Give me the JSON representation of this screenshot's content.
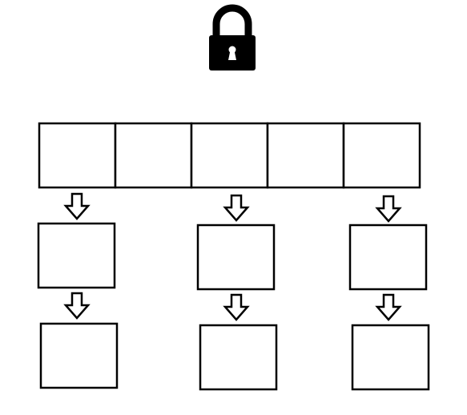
{
  "diagram": {
    "lock": {
      "icon": "padlock-icon",
      "state": "locked",
      "color": "#000000"
    },
    "top_row": {
      "cell_count": 5,
      "cells": [
        "",
        "",
        "",
        "",
        ""
      ]
    },
    "columns": [
      {
        "boxes": [
          "",
          ""
        ]
      },
      {
        "boxes": [
          "",
          ""
        ]
      },
      {
        "boxes": [
          "",
          ""
        ]
      }
    ],
    "arrow": {
      "icon": "down-arrow-outline-icon",
      "direction": "down"
    },
    "colors": {
      "stroke": "#000000",
      "fill": "#ffffff",
      "background": "#ffffff"
    }
  }
}
